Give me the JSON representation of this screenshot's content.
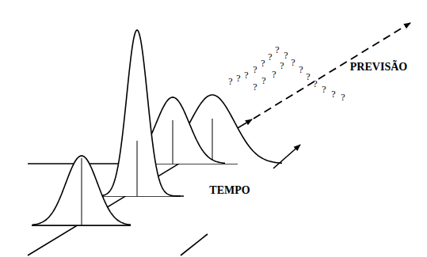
{
  "diagram": {
    "labels": [
      "PREVISÃO",
      "TEMPO",
      "?",
      "?",
      "?",
      "?",
      "?",
      "?",
      "?",
      "?",
      "?",
      "?",
      "?",
      "?",
      "?",
      "?",
      "?",
      "?",
      "?",
      "?",
      "?"
    ]
  }
}
